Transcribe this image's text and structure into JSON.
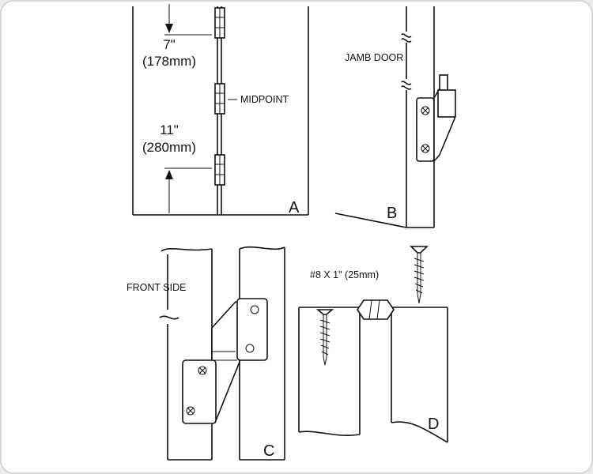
{
  "panels": {
    "a": {
      "letter": "A",
      "top_dimension": {
        "inches": "7\"",
        "mm": "(178mm)"
      },
      "midpoint_label": "MIDPOINT",
      "bottom_dimension": {
        "inches": "11\"",
        "mm": "(280mm)"
      }
    },
    "b": {
      "letter": "B",
      "caption": "JAMB DOOR"
    },
    "c": {
      "letter": "C",
      "caption": "FRONT SIDE"
    },
    "d": {
      "letter": "D",
      "screw_spec": "#8 X 1\" (25mm)"
    }
  }
}
